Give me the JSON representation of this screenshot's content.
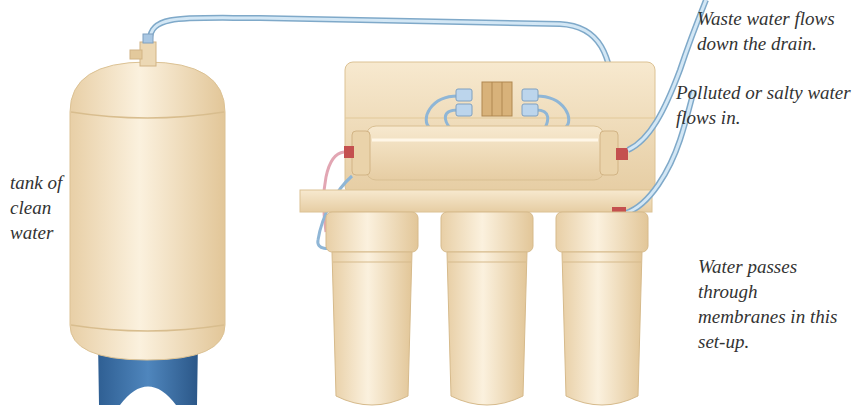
{
  "diagram": {
    "labels": [
      "Waste water flows down the drain.",
      "Polluted or salty water flows in.",
      "tank of clean water",
      "Water passes through membranes in this set-up."
    ]
  }
}
